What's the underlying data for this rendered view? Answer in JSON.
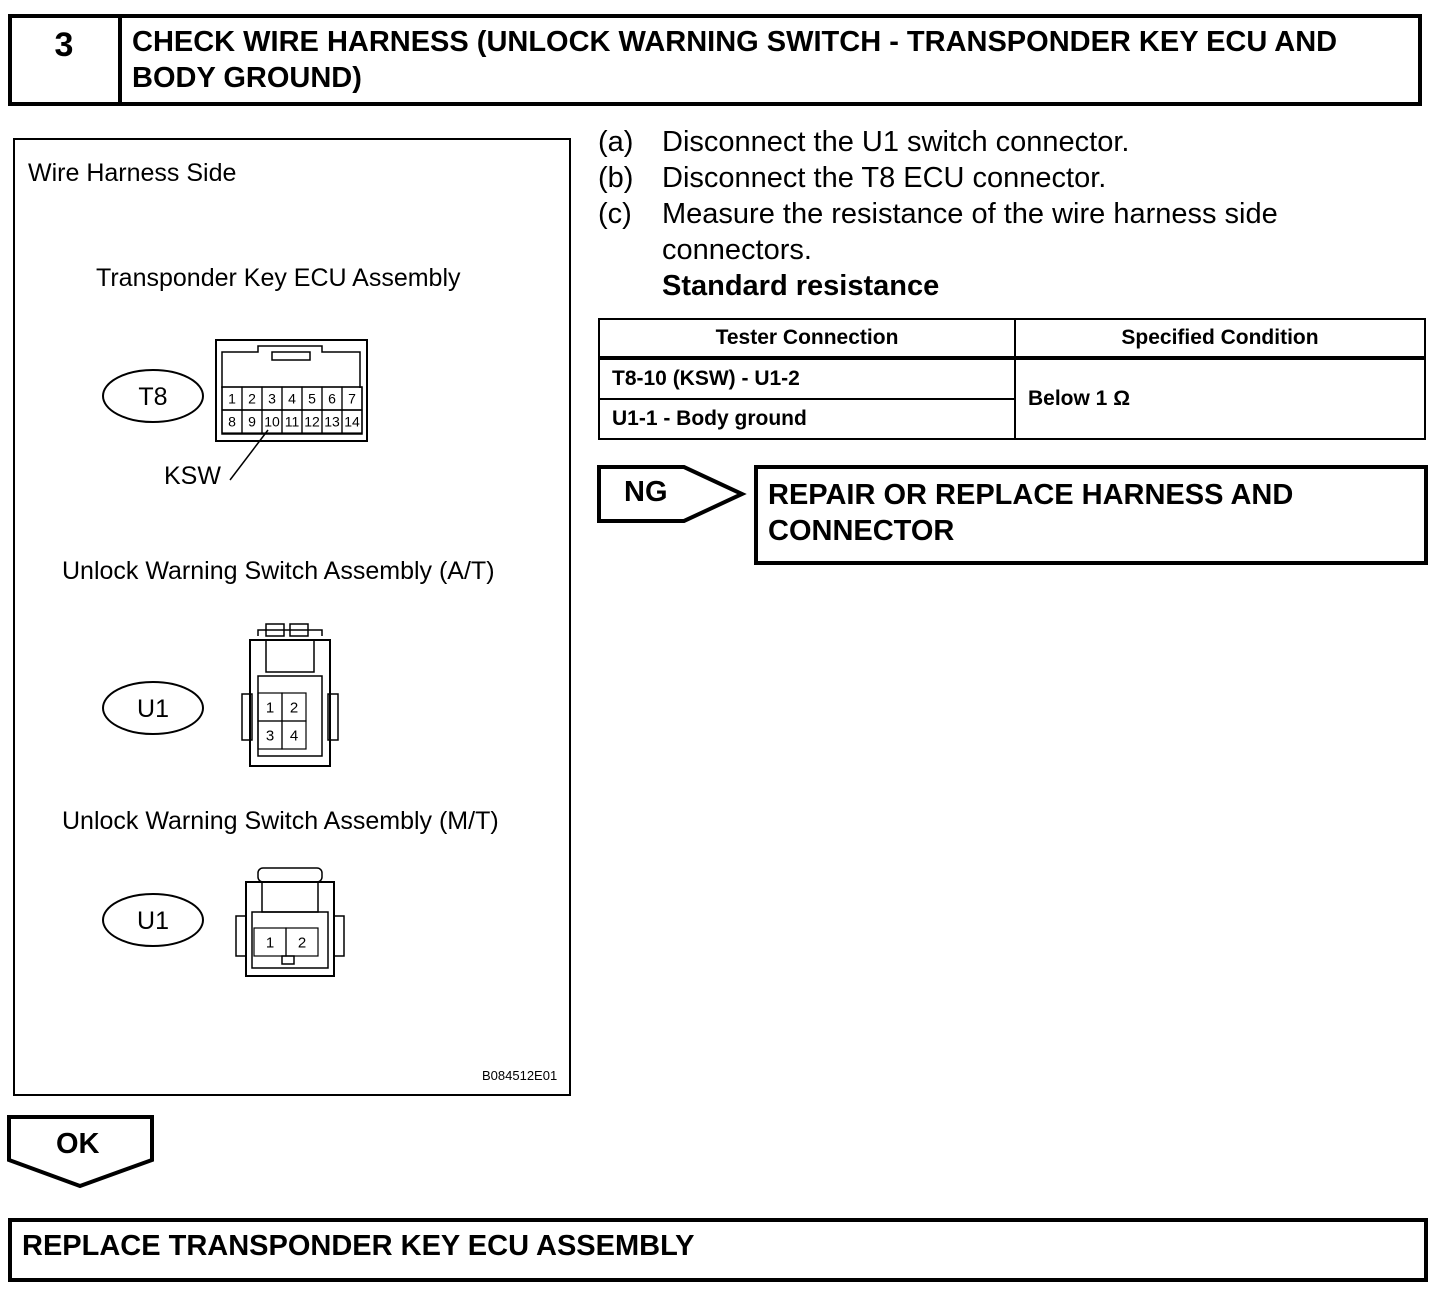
{
  "header": {
    "step_number": "3",
    "title": "CHECK WIRE HARNESS (UNLOCK WARNING SWITCH - TRANSPONDER KEY ECU AND BODY GROUND)"
  },
  "figure": {
    "caption": "Wire Harness Side",
    "ecu_title": "Transponder Key ECU Assembly",
    "ecu_connector": "T8",
    "ecu_pins_top": [
      "1",
      "2",
      "3",
      "4",
      "5",
      "6",
      "7"
    ],
    "ecu_pins_bottom": [
      "8",
      "9",
      "10",
      "11",
      "12",
      "13",
      "14"
    ],
    "ksw_label": "KSW",
    "at_title": "Unlock Warning Switch Assembly (A/T)",
    "at_connector": "U1",
    "at_pins": [
      "1",
      "2",
      "3",
      "4"
    ],
    "mt_title": "Unlock Warning Switch Assembly (M/T)",
    "mt_connector": "U1",
    "mt_pins": [
      "1",
      "2"
    ],
    "image_code": "B084512E01"
  },
  "steps": [
    {
      "marker": "(a)",
      "text": "Disconnect the U1 switch connector."
    },
    {
      "marker": "(b)",
      "text": "Disconnect the T8 ECU connector."
    },
    {
      "marker": "(c)",
      "text": "Measure the resistance of the wire harness side"
    },
    {
      "marker": "",
      "text": "connectors."
    }
  ],
  "standard_label": "Standard resistance",
  "spec_table": {
    "headers": [
      "Tester Connection",
      "Specified Condition"
    ],
    "rows": [
      {
        "connection": "T8-10 (KSW) - U1-2"
      },
      {
        "connection": "U1-1 - Body ground"
      }
    ],
    "condition": "Below 1 Ω"
  },
  "ng": {
    "label": "NG",
    "action": "REPAIR OR REPLACE HARNESS AND CONNECTOR"
  },
  "ok": {
    "label": "OK"
  },
  "final_action": "REPLACE TRANSPONDER KEY ECU ASSEMBLY"
}
